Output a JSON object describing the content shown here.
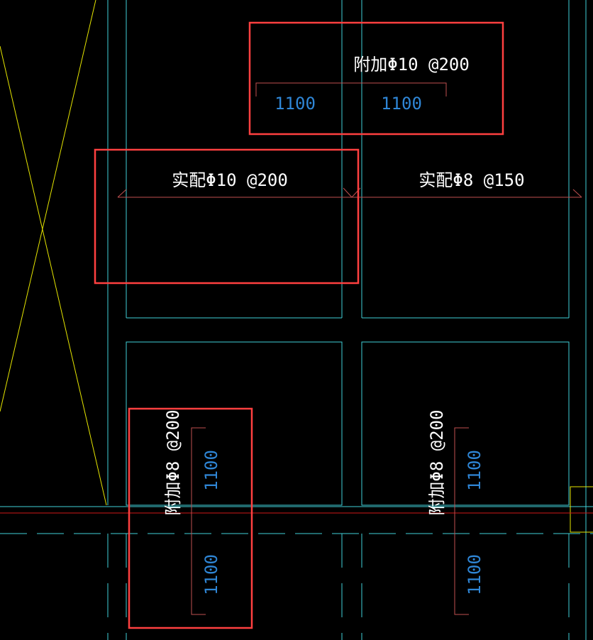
{
  "colors": {
    "background": "#000000",
    "cyan": "#3fd0d8",
    "yellow": "#e6e600",
    "red_line": "#d01818",
    "dim_line": "#c05050",
    "highlight_box": "#ff4040",
    "text_white": "#ffffff",
    "text_blue": "#2f86d6"
  },
  "annotations": {
    "top_additional": "附加Φ10 @200",
    "top_dim_left": "1100",
    "top_dim_right": "1100",
    "actual_left": "实配Φ10 @200",
    "actual_right": "实配Φ8 @150",
    "bottom_left_additional": "附加Φ8 @200",
    "bottom_left_dim_upper": "1100",
    "bottom_left_dim_lower": "1100",
    "bottom_right_additional": "附加Φ8 @200",
    "bottom_right_dim_upper": "1100",
    "bottom_right_dim_lower": "1100"
  }
}
